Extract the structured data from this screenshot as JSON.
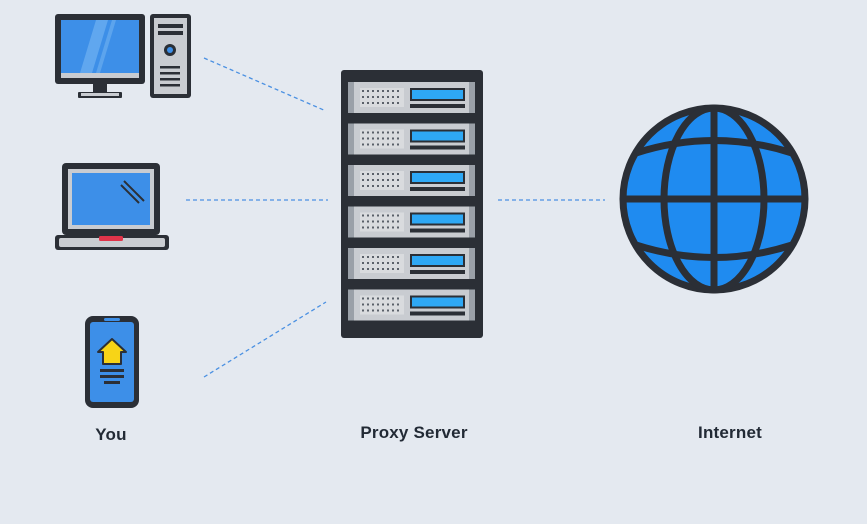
{
  "labels": {
    "you": "You",
    "proxy": "Proxy Server",
    "internet": "Internet"
  },
  "colors": {
    "background": "#e4e9f0",
    "accent_blue": "#1f8bf0",
    "outline": "#2b2f36",
    "connector": "#4a90e2",
    "server_panel": "#c9ccd1",
    "server_display": "#2ea8f5",
    "home_icon": "#f7d417"
  },
  "icons": {
    "desktop": "desktop-computer-icon",
    "laptop": "laptop-icon",
    "phone": "smartphone-icon",
    "server": "server-rack-icon",
    "globe": "globe-icon"
  }
}
